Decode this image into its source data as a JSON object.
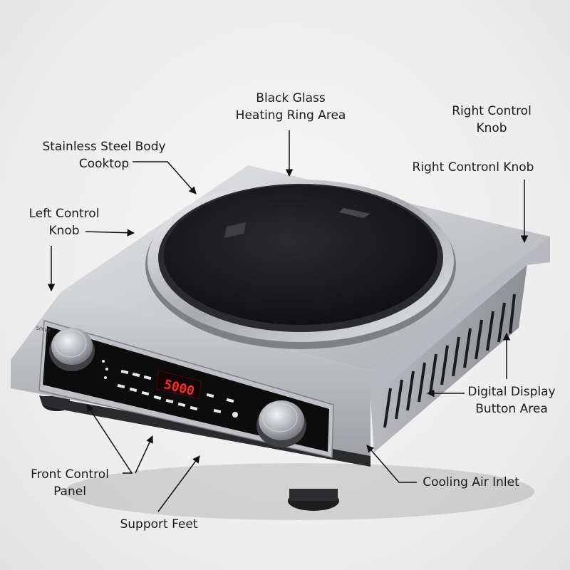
{
  "labels": {
    "black_glass": [
      "Black Glass",
      "Heating Ring Area"
    ],
    "right_knob_top": [
      "Right Control",
      "Knob"
    ],
    "stainless_body": [
      "Stainless Steel Body",
      "Cooktop"
    ],
    "right_knob_side": [
      "Right Contronl Knob"
    ],
    "left_knob": [
      "Left Control",
      "Knob"
    ],
    "digital_display": [
      "Digital Display",
      "Button Area"
    ],
    "front_panel": [
      "Front Control",
      "Panel"
    ],
    "cooling_inlet": [
      "Cooling Air Inlet"
    ],
    "support_feet": [
      "Support Feet"
    ]
  },
  "display": {
    "readout": "5000",
    "brand": "SINVE"
  },
  "colors": {
    "steel_light": "#d9dadc",
    "steel_dark": "#8f9296",
    "glass": "#141416",
    "panel": "#0c0c0d",
    "led": "#ff2a1f",
    "text": "#1a1a1a"
  }
}
